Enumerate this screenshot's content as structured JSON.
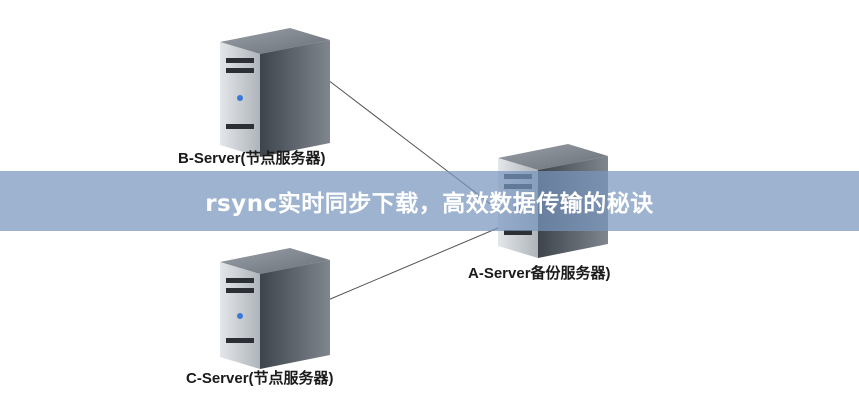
{
  "diagram": {
    "servers": [
      {
        "id": "b",
        "label": "B-Server(节点服务器)",
        "icon": "server-tower-icon"
      },
      {
        "id": "c",
        "label": "C-Server(节点服务器)",
        "icon": "server-tower-icon"
      },
      {
        "id": "a",
        "label": "A-Server备份服务器)",
        "icon": "server-tower-icon"
      }
    ],
    "connections": [
      {
        "from": "b",
        "to": "a"
      },
      {
        "from": "c",
        "to": "a"
      }
    ]
  },
  "banner": {
    "title": "rsync实时同步下载，高效数据传输的秘诀"
  },
  "colors": {
    "banner_bg": "#7896be",
    "banner_text": "#ffffff",
    "server_body": "#5e6670",
    "server_front": "#c9ced4",
    "connector": "#555555"
  }
}
